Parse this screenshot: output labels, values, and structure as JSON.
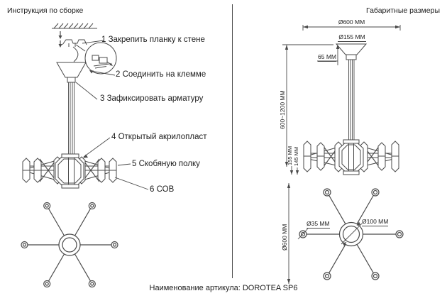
{
  "titles": {
    "left": "Инструкция по сборке",
    "right": "Габаритные размеры",
    "footer": "Наименование артикула: DOROTEA SP6"
  },
  "assembly_steps": [
    "1 Закрепить планку к стене",
    "2 Соединить на клемме",
    "3 Зафиксировать арматуру",
    "4 Открытый акрилопласт",
    "5 Скобяную полку",
    "6 СОВ"
  ],
  "dimensions": {
    "overall_diameter_top": "Ø600 ММ",
    "canopy_diameter": "Ø155 ММ",
    "canopy_height": "65 ММ",
    "suspension_height": "600~1200 ММ",
    "body_height_outer": "155 ММ",
    "body_height_inner": "145 ММ",
    "overall_diameter_bottom": "Ø600 ММ",
    "shade_tip_diameter": "Ø35 ММ",
    "hub_diameter": "Ø100 ММ"
  },
  "colors": {
    "line": "#4a4a4a",
    "text": "#1c1c1c"
  },
  "product": {
    "article": "DOROTEA SP6"
  }
}
